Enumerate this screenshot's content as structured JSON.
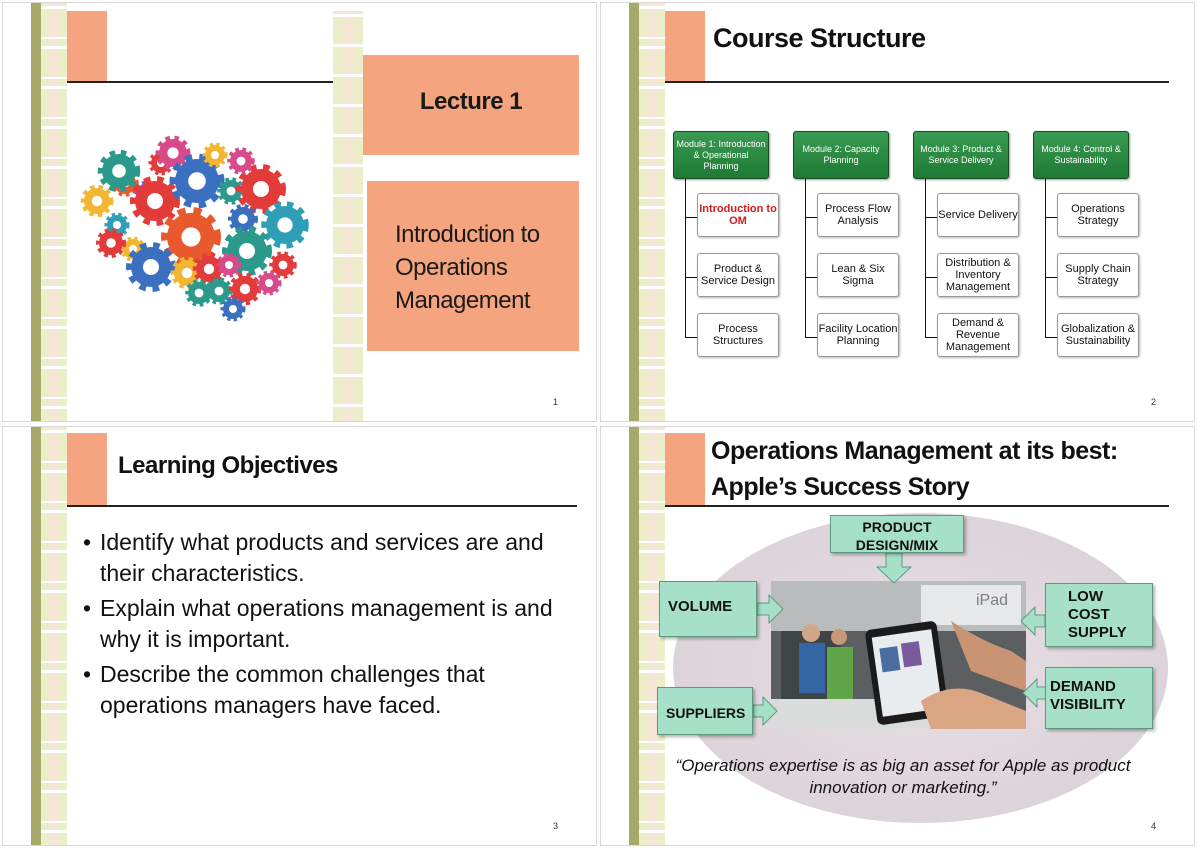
{
  "slide1": {
    "lecture_title": "Lecture 1",
    "course_title_lines": [
      "Introduction to",
      "Operations",
      "Management"
    ],
    "page_number": "1"
  },
  "slide2": {
    "title": "Course Structure",
    "page_number": "2",
    "modules": [
      {
        "label": "Module 1: Introduction & Operational Planning",
        "items": [
          "Introduction to OM",
          "Product & Service Design",
          "Process Structures"
        ]
      },
      {
        "label": "Module 2: Capacity Planning",
        "items": [
          "Process Flow Analysis",
          "Lean & Six Sigma",
          "Facility Location Planning"
        ]
      },
      {
        "label": "Module 3: Product & Service Delivery",
        "items": [
          "Service Delivery",
          "Distribution & Inventory Management",
          "Demand & Revenue Management"
        ]
      },
      {
        "label": "Module 4: Control & Sustainability",
        "items": [
          "Operations Strategy",
          "Supply Chain Strategy",
          "Globalization & Sustainability"
        ]
      }
    ],
    "highlight_color": "#d61a1a"
  },
  "slide3": {
    "title": "Learning Objectives",
    "page_number": "3",
    "bullets": [
      "Identify what products and services are and their characteristics.",
      "Explain what operations management is and why it is important.",
      "Describe the common challenges that operations managers have faced."
    ]
  },
  "slide4": {
    "title_line1": "Operations Management at its best:",
    "title_line2": "Apple’s Success Story",
    "page_number": "4",
    "boxes": {
      "product": "PRODUCT DESIGN/MIX",
      "volume": "VOLUME",
      "low_cost": "LOW COST SUPPLY",
      "demand": "DEMAND VISIBILITY",
      "suppliers": "SUPPLIERS"
    },
    "photo_sign": "iPad",
    "quote": "“Operations expertise is as big an asset for Apple as product innovation or marketing.”"
  },
  "colors": {
    "accent_salmon": "#f4a57f",
    "strip_olive": "#a6a96a",
    "module_green": "#2a8a44",
    "box_mint": "#a6e0c8"
  }
}
